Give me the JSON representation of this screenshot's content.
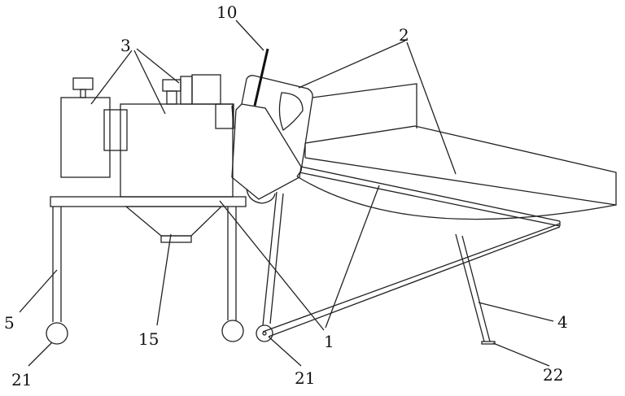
{
  "labels": {
    "rod": "10",
    "motor_group": "3",
    "trough": "2",
    "frame_support": "1",
    "frame": "5",
    "hopper": "15",
    "wheel_left": "21",
    "wheel_right": "21",
    "leg": "4",
    "foot": "22"
  },
  "colors": {
    "line": "#222222",
    "background": "#ffffff"
  }
}
